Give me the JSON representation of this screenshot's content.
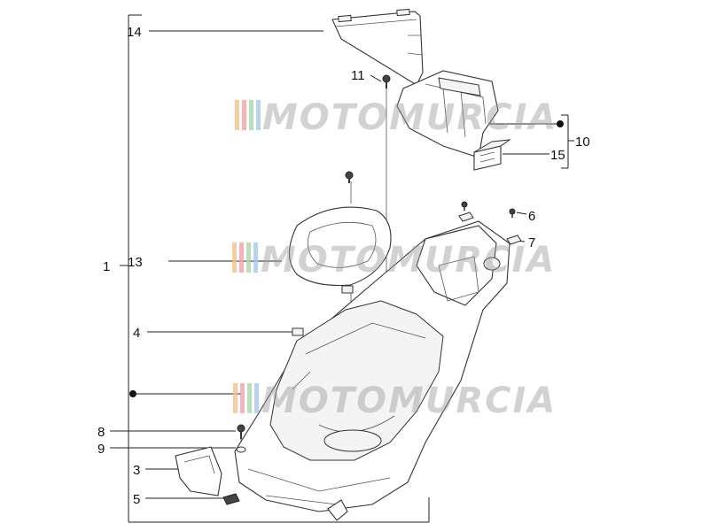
{
  "callouts": {
    "c1": "1",
    "c3": "3",
    "c4": "4",
    "c5": "5",
    "c6": "6",
    "c7": "7",
    "c8": "8",
    "c9": "9",
    "c10": "10",
    "c11": "11",
    "c13": "13",
    "c14": "14",
    "c15": "15"
  },
  "watermark": {
    "text": "MOTOMURCIA",
    "stripe_colors": [
      "#f2c08a",
      "#f4a0a8",
      "#a8d8a8",
      "#a6c8ec"
    ]
  }
}
